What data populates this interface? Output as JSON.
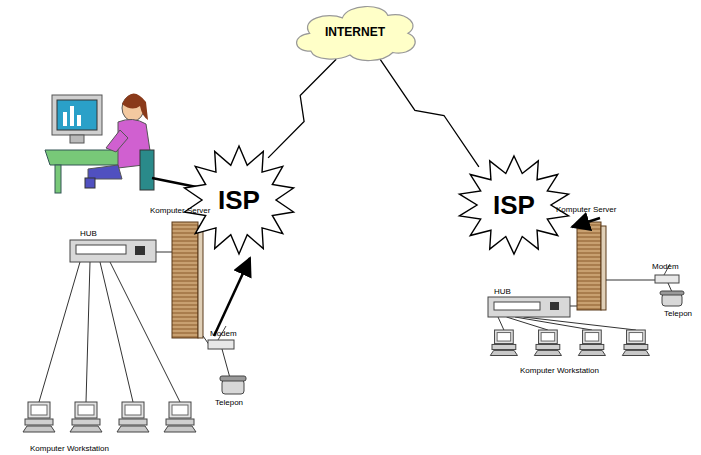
{
  "diagram": {
    "nodes": [
      {
        "text": [
          "INTERNET"
        ]
      },
      {
        "text": [
          "ISP"
        ]
      },
      {
        "text": [
          "ISP"
        ]
      }
    ],
    "edges": [
      {
        "from": 1,
        "to": 0,
        "arrow": "none"
      },
      {
        "from": 2,
        "to": 0,
        "arrow": "none"
      }
    ],
    "labels": [
      "Komputer Server",
      "HUB",
      "Modem",
      "Telepon",
      "Komputer Workstation",
      "Komputer Server",
      "HUB",
      "Modem",
      "Telepon",
      "Komputer Workstation"
    ]
  }
}
